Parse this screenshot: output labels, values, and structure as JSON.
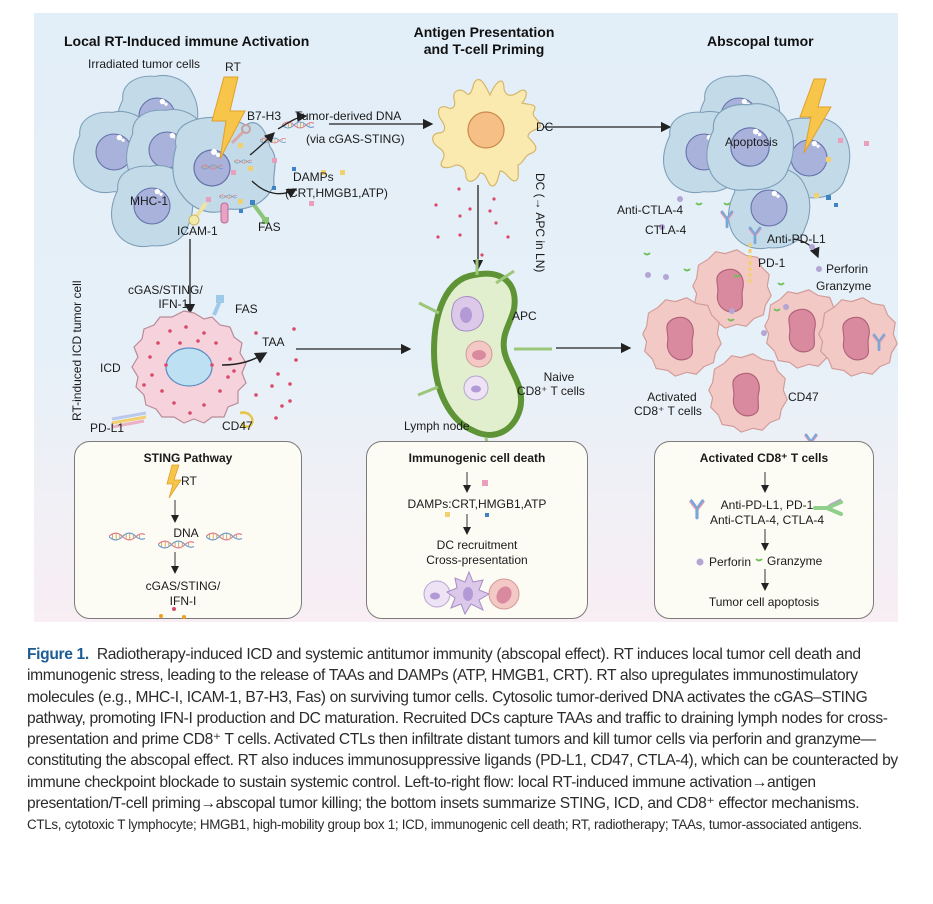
{
  "figure": {
    "sections": {
      "local": "Local RT-Induced immune Activation",
      "antigen_line1": "Antigen Presentation",
      "antigen_line2": "and T-cell Priming",
      "abscopal": "Abscopal tumor"
    },
    "labels": {
      "irradiated": "Irradiated tumor cells",
      "rt": "RT",
      "b7h3": "B7-H3",
      "tumor_dna": "Tumor-derived DNA",
      "via_cgas": "(via cGAS-STING)",
      "damps": "DAMPs",
      "damps_list": "(CRT,HMGB1,ATP)",
      "mhc1": "MHC-1",
      "icam1": "ICAM-1",
      "fas_top": "FAS",
      "dc": "DC",
      "dc_apc": "DC (→ APC in LN)",
      "cgas_line1": "cGAS/STING/",
      "cgas_line2": "IFN-1",
      "icd_tumor_cell": "RT-induced ICD tumor cell",
      "fas_icd": "FAS",
      "icd": "ICD",
      "pdl1": "PD-L1",
      "cd47_left": "CD47",
      "taa": "TAA",
      "apc": "APC",
      "naive_line1": "Naive",
      "naive_line2": "CD8⁺ T cells",
      "lymph_node": "Lymph node",
      "apoptosis": "Apoptosis",
      "anti_ctla4": "Anti-CTLA-4",
      "ctla4": "CTLA-4",
      "anti_pdl1": "Anti-PD-L1",
      "pd1": "PD-1",
      "perforin": "Perforin",
      "granzyme": "Granzyme",
      "activated_line1": "Activated",
      "activated_line2": "CD8⁺ T cells",
      "cd47_right": "CD47"
    },
    "insets": {
      "sting": {
        "title": "STING Pathway",
        "rt": "RT",
        "dna": "DNA",
        "out_line1": "cGAS/STING/",
        "out_line2": "IFN-I"
      },
      "icd": {
        "title": "Immunogenic cell death",
        "damps": "DAMPs:CRT,HMGB1,ATP",
        "line1": "DC recruitment",
        "line2": "Cross-presentation"
      },
      "cd8": {
        "title": "Activated CD8⁺ T cells",
        "line1": "Anti-PD-L1, PD-1",
        "line2": "Anti-CTLA-4, CTLA-4",
        "perforin": "Perforin",
        "granzyme": "Granzyme",
        "result": "Tumor cell apoptosis"
      }
    },
    "colors": {
      "tumor_cell": "#c5dcea",
      "nucleus": "#a9b3dc",
      "icd_cell": "#f6d3dc",
      "dc_cell": "#fbeab0",
      "dc_nucleus": "#f5bf86",
      "lymph_outer": "#5f9436",
      "lymph_inner": "#e2efcf",
      "tcell": "#f3c8c5",
      "tcell_nucleus": "#d9889d",
      "lightning": "#f7c54a",
      "caption_accent": "#1d5c93"
    }
  },
  "caption": {
    "label": "Figure 1.",
    "text": "Radiotherapy-induced ICD and systemic antitumor immunity (abscopal effect). RT induces local tumor cell death and immunogenic stress, leading to the release of TAAs and DAMPs (ATP, HMGB1, CRT). RT also upregulates immunostimulatory molecules (e.g., MHC-I, ICAM-1, B7-H3, Fas) on surviving tumor cells. Cytosolic tumor-derived DNA activates the cGAS–STING pathway, promoting IFN-I production and DC maturation. Recruited DCs capture TAAs and traffic to draining lymph nodes for cross-presentation and prime CD8⁺ T cells. Activated CTLs then infiltrate distant tumors and kill tumor cells via perforin and granzyme—constituting the abscopal effect. RT also induces immunosuppressive ligands (PD-L1, CD47, CTLA-4), which can be counteracted by immune checkpoint blockade to sustain systemic control. Left-to-right flow: local RT-induced immune activation→antigen presentation/T-cell priming→abscopal tumor killing; the bottom insets summarize STING, ICD, and CD8⁺ effector mechanisms.",
    "abbreviations": "CTLs, cytotoxic T lymphocyte; HMGB1, high-mobility group box 1; ICD, immunogenic cell death; RT, radiotherapy; TAAs, tumor-associated antigens."
  }
}
